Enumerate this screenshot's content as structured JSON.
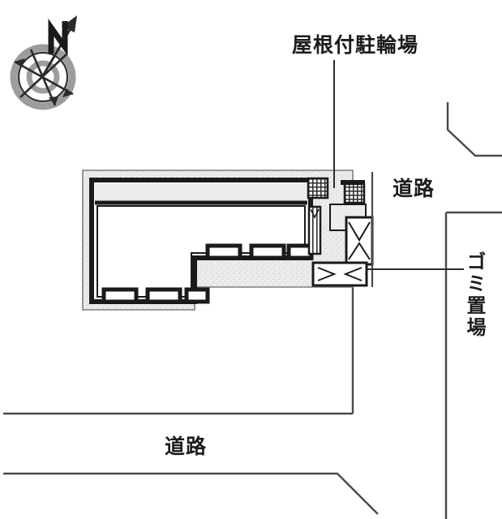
{
  "diagram": {
    "title": "site-plan",
    "background_color": "#ffffff",
    "line_color": "#3a3a3a",
    "wall_color": "#1a1a1a",
    "hatch_fill_color": "#e9e9e9",
    "interior_fill_color": "#ffffff"
  },
  "labels": {
    "bicycle_parking": "屋根付駐輪場",
    "road_right": "道路",
    "road_bottom": "道路",
    "garbage_area": "ゴミ置場"
  },
  "compass": {
    "name": "north-arrow",
    "direction_letter": "N",
    "ring_color": "#9a9a9a",
    "needle_color": "#2b2b2b"
  },
  "features": [
    {
      "name": "building-outline",
      "type": "L-shaped apartment building"
    },
    {
      "name": "covered-bicycle-parking",
      "type": "hatched stair/rack area"
    },
    {
      "name": "stairs-upper",
      "type": "stair run"
    },
    {
      "name": "stairs-lower",
      "type": "stair run"
    },
    {
      "name": "parking-space-upper",
      "type": "gated space"
    },
    {
      "name": "garbage-enclosure",
      "type": "gated space"
    },
    {
      "name": "road-east",
      "type": "road boundary"
    },
    {
      "name": "road-south",
      "type": "road boundary"
    }
  ],
  "leader_lines": [
    {
      "name": "leader-bicycle-parking",
      "from": "屋根付駐輪場",
      "to": "covered-bicycle-parking"
    },
    {
      "name": "leader-garbage-area",
      "from": "ゴミ置場",
      "to": "garbage-enclosure"
    }
  ]
}
